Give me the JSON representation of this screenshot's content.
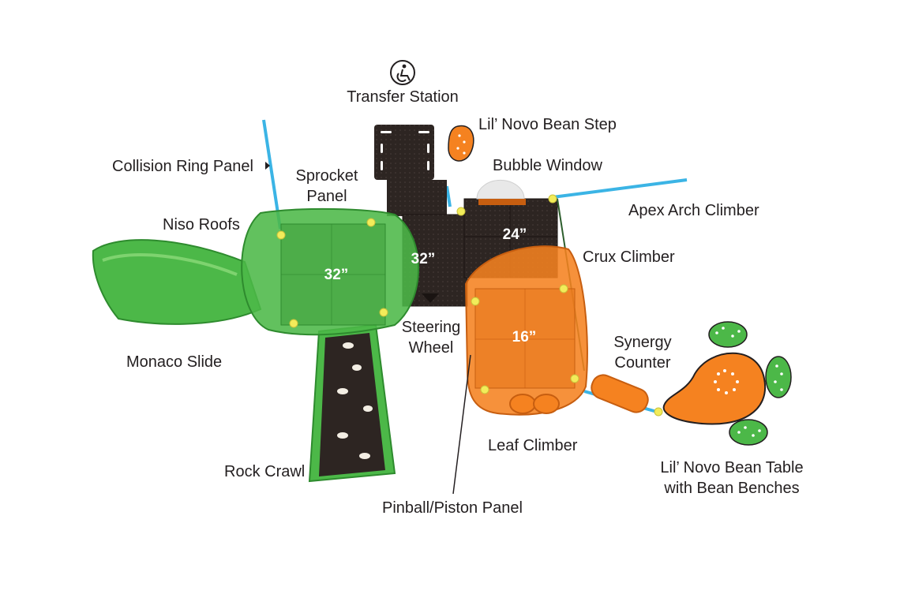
{
  "labels": {
    "transfer_station": "Transfer Station",
    "lil_novo_bean_step": "Lil’ Novo Bean Step",
    "collision_ring_panel": "Collision Ring Panel",
    "sprocket_panel_line1": "Sprocket",
    "sprocket_panel_line2": "Panel",
    "bubble_window": "Bubble Window",
    "apex_arch_climber": "Apex Arch Climber",
    "niso_roofs": "Niso Roofs",
    "crux_climber": "Crux Climber",
    "steering_wheel_line1": "Steering",
    "steering_wheel_line2": "Wheel",
    "synergy_counter_line1": "Synergy",
    "synergy_counter_line2": "Counter",
    "monaco_slide": "Monaco Slide",
    "leaf_climber": "Leaf Climber",
    "rock_crawl": "Rock Crawl",
    "pinball_piston_panel": "Pinball/Piston Panel",
    "bean_table_line1": "Lil’ Novo Bean Table",
    "bean_table_line2": "with Bean Benches"
  },
  "dimensions": {
    "green_deck": "32”",
    "center_deck": "32”",
    "right_deck": "24”",
    "orange_deck": "16”"
  },
  "colors": {
    "green": "#4cb848",
    "green_dark": "#2e8b2e",
    "orange": "#f58220",
    "orange_dark": "#c75e10",
    "deck": "#2d2522",
    "rail": "#3bb4e5",
    "joint": "#f2ec5a",
    "text": "#231f20"
  },
  "icons": {
    "transfer_station": "wheelchair-accessible-icon"
  }
}
